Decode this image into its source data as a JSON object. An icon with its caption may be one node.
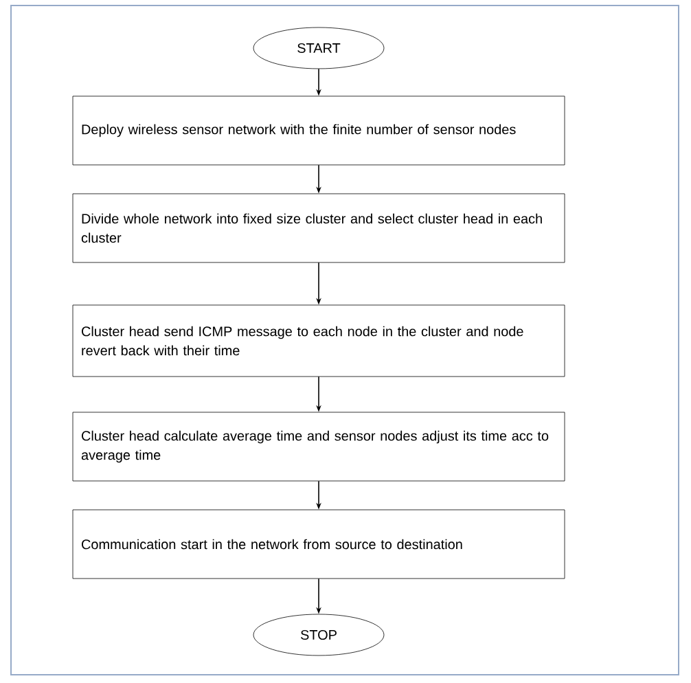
{
  "diagram": {
    "nodes": [
      {
        "text": [
          "START"
        ]
      },
      {
        "text": [
          "Deploy wireless sensor network with the finite number of sensor nodes"
        ]
      },
      {
        "text": [
          "Divide whole network into fixed size cluster and select cluster head in each cluster"
        ]
      },
      {
        "text": [
          "Cluster head send ICMP message to each node in the cluster and node revert back with their time"
        ]
      },
      {
        "text": [
          "Cluster head calculate average time and sensor nodes adjust its time acc to average time"
        ]
      },
      {
        "text": [
          "Communication start in the network from source to destination"
        ]
      },
      {
        "text": [
          "STOP"
        ]
      }
    ],
    "edges": [
      {
        "from": 0,
        "to": 1,
        "arrow": "to"
      },
      {
        "from": 1,
        "to": 2,
        "arrow": "to"
      },
      {
        "from": 2,
        "to": 3,
        "arrow": "to"
      },
      {
        "from": 3,
        "to": 4,
        "arrow": "to"
      },
      {
        "from": 4,
        "to": 5,
        "arrow": "to"
      },
      {
        "from": 5,
        "to": 6,
        "arrow": "to"
      }
    ]
  }
}
